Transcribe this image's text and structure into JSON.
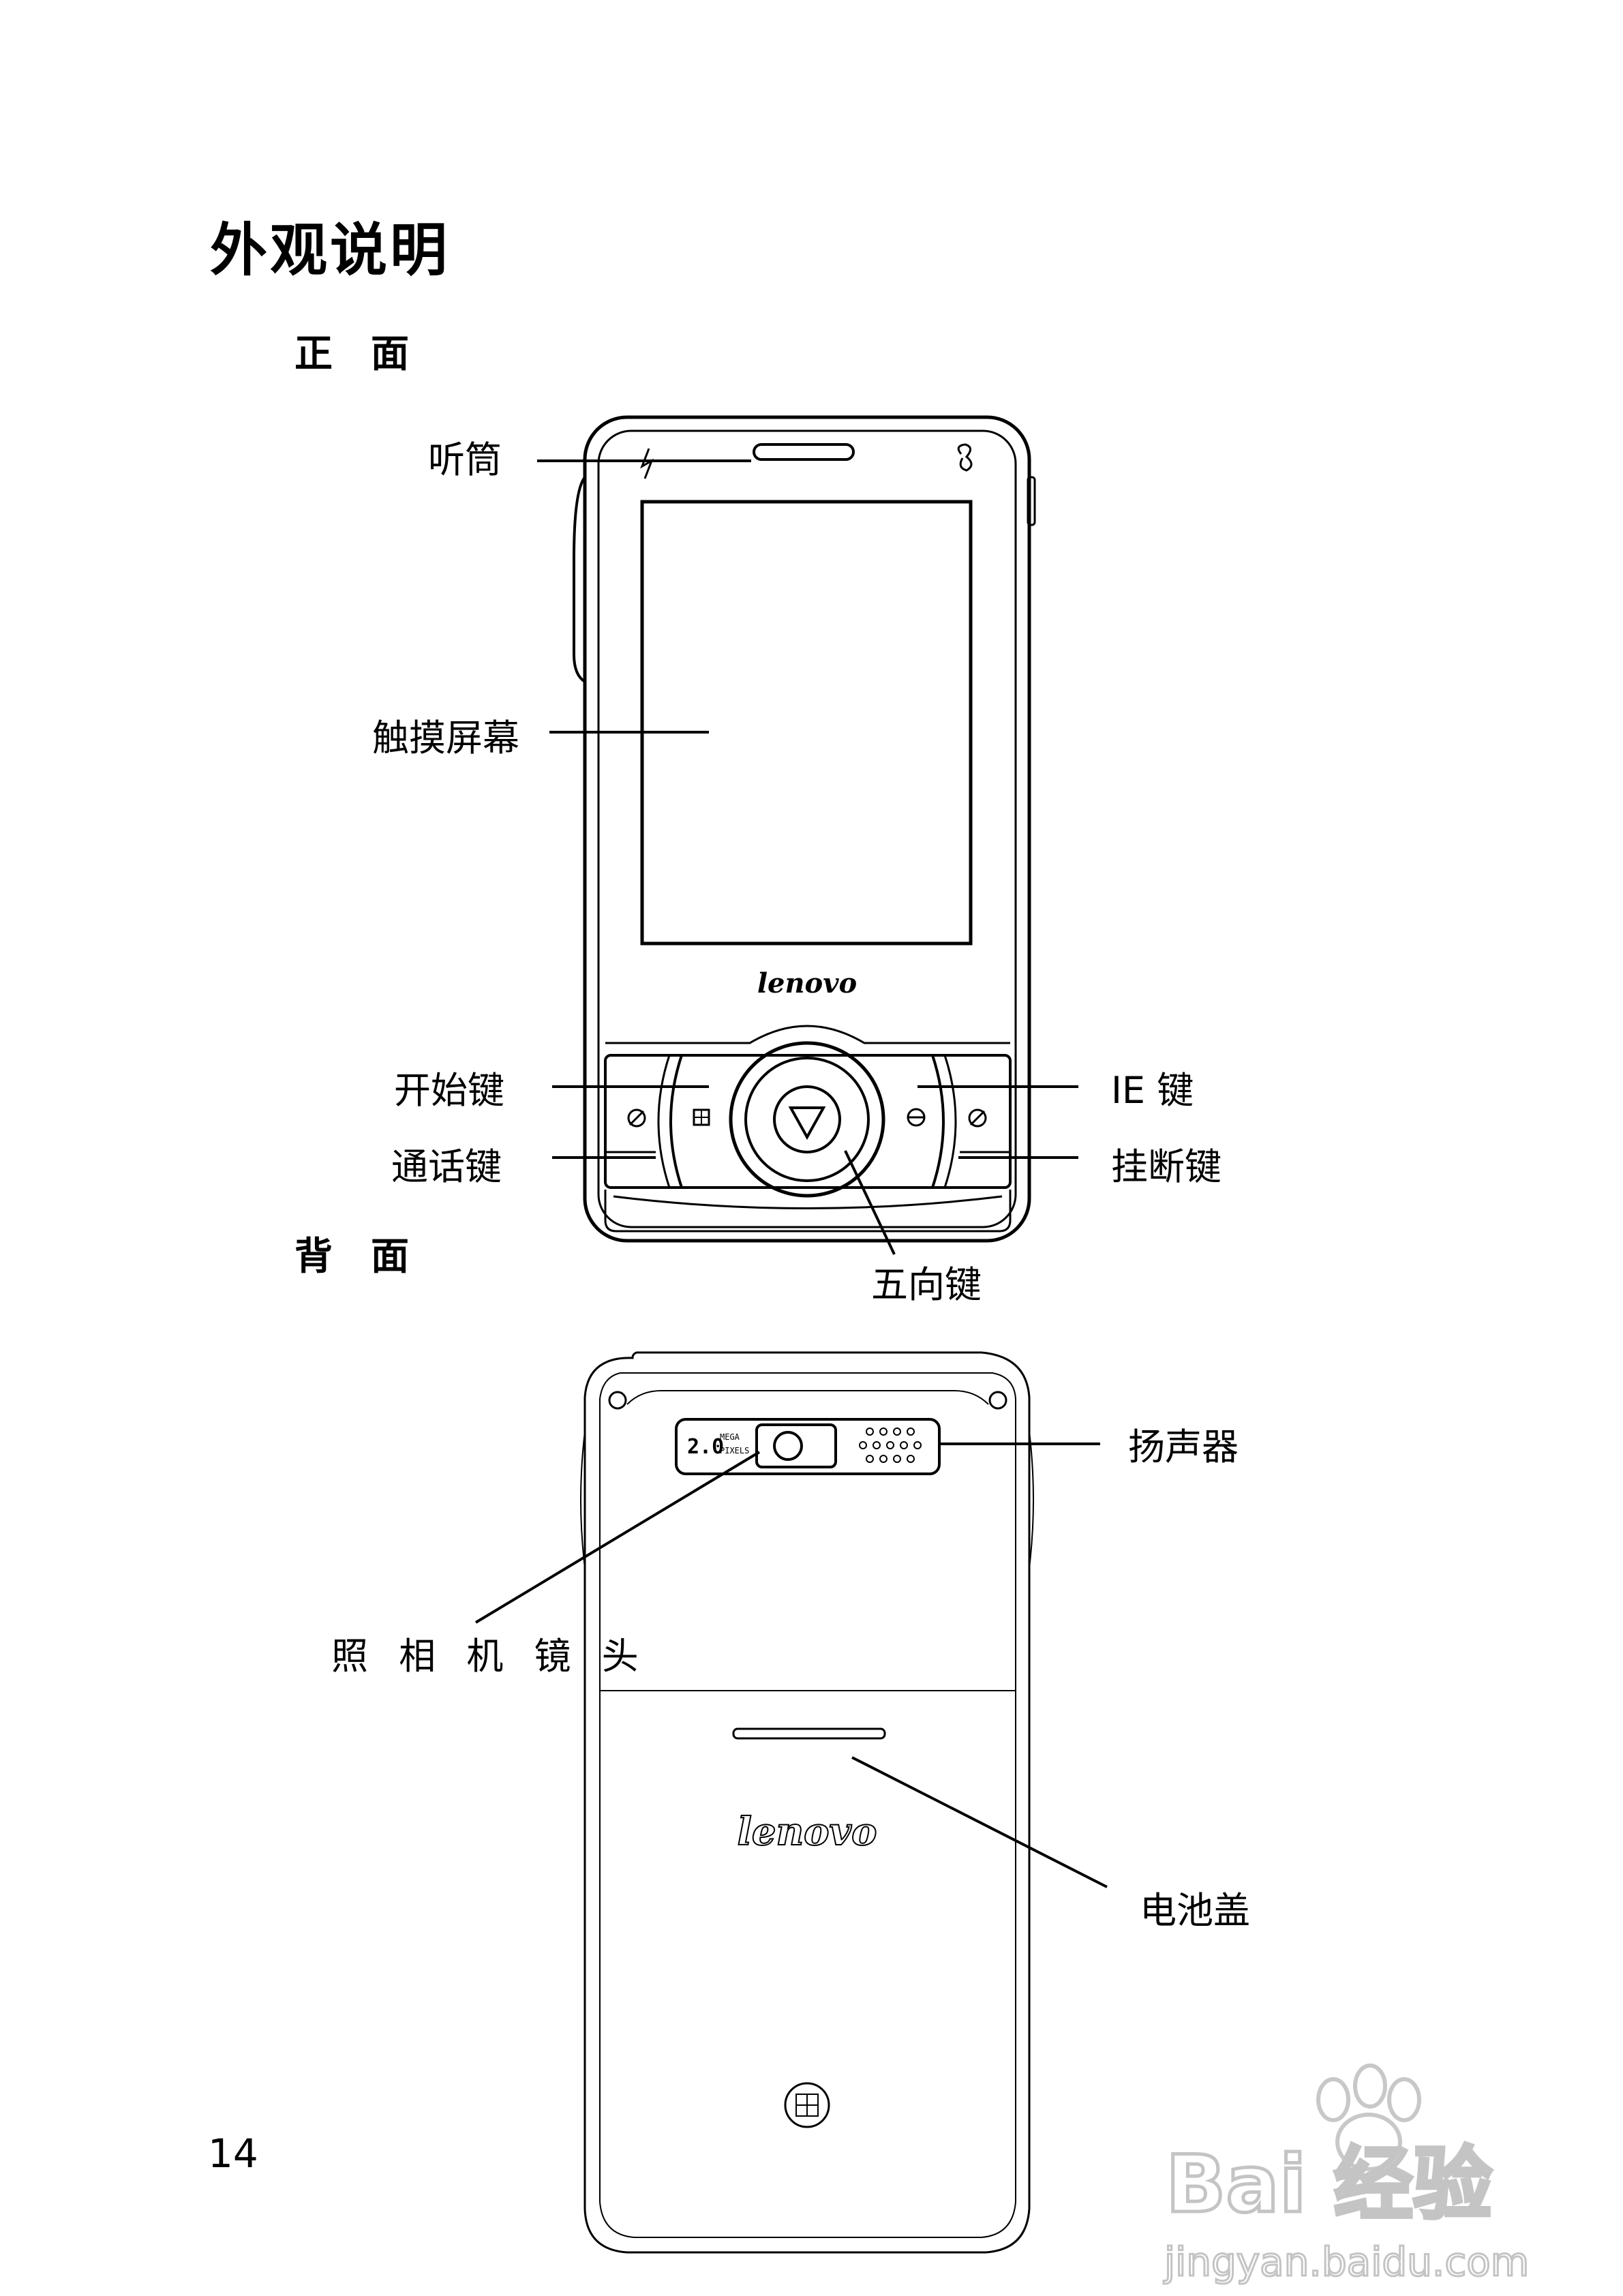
{
  "title": "外观说明",
  "front": {
    "heading": "正　面",
    "labels": {
      "earpiece": "听筒",
      "touchscreen": "触摸屏幕",
      "start_key": "开始键",
      "call_key": "通话键",
      "ie_key": "IE 键",
      "end_key": "挂断键",
      "nav_key": "五向键"
    },
    "logo": "lenovo"
  },
  "back": {
    "heading": "背　面",
    "labels": {
      "speaker": "扬声器",
      "camera_lens": "照 相 机 镜 头",
      "battery_cover": "电池盖"
    },
    "camera_badge": [
      "2.0",
      "MEGA",
      "PIXELS"
    ],
    "logo": "lenovo"
  },
  "page_number": "14",
  "watermark": {
    "brand": "Bai 经验",
    "url": "jingyan.baidu.com"
  },
  "icons": [
    "flash-icon",
    "bluetooth-icon",
    "call-icon",
    "windows-icon",
    "ie-icon",
    "end-call-icon",
    "nav-down-icon"
  ]
}
